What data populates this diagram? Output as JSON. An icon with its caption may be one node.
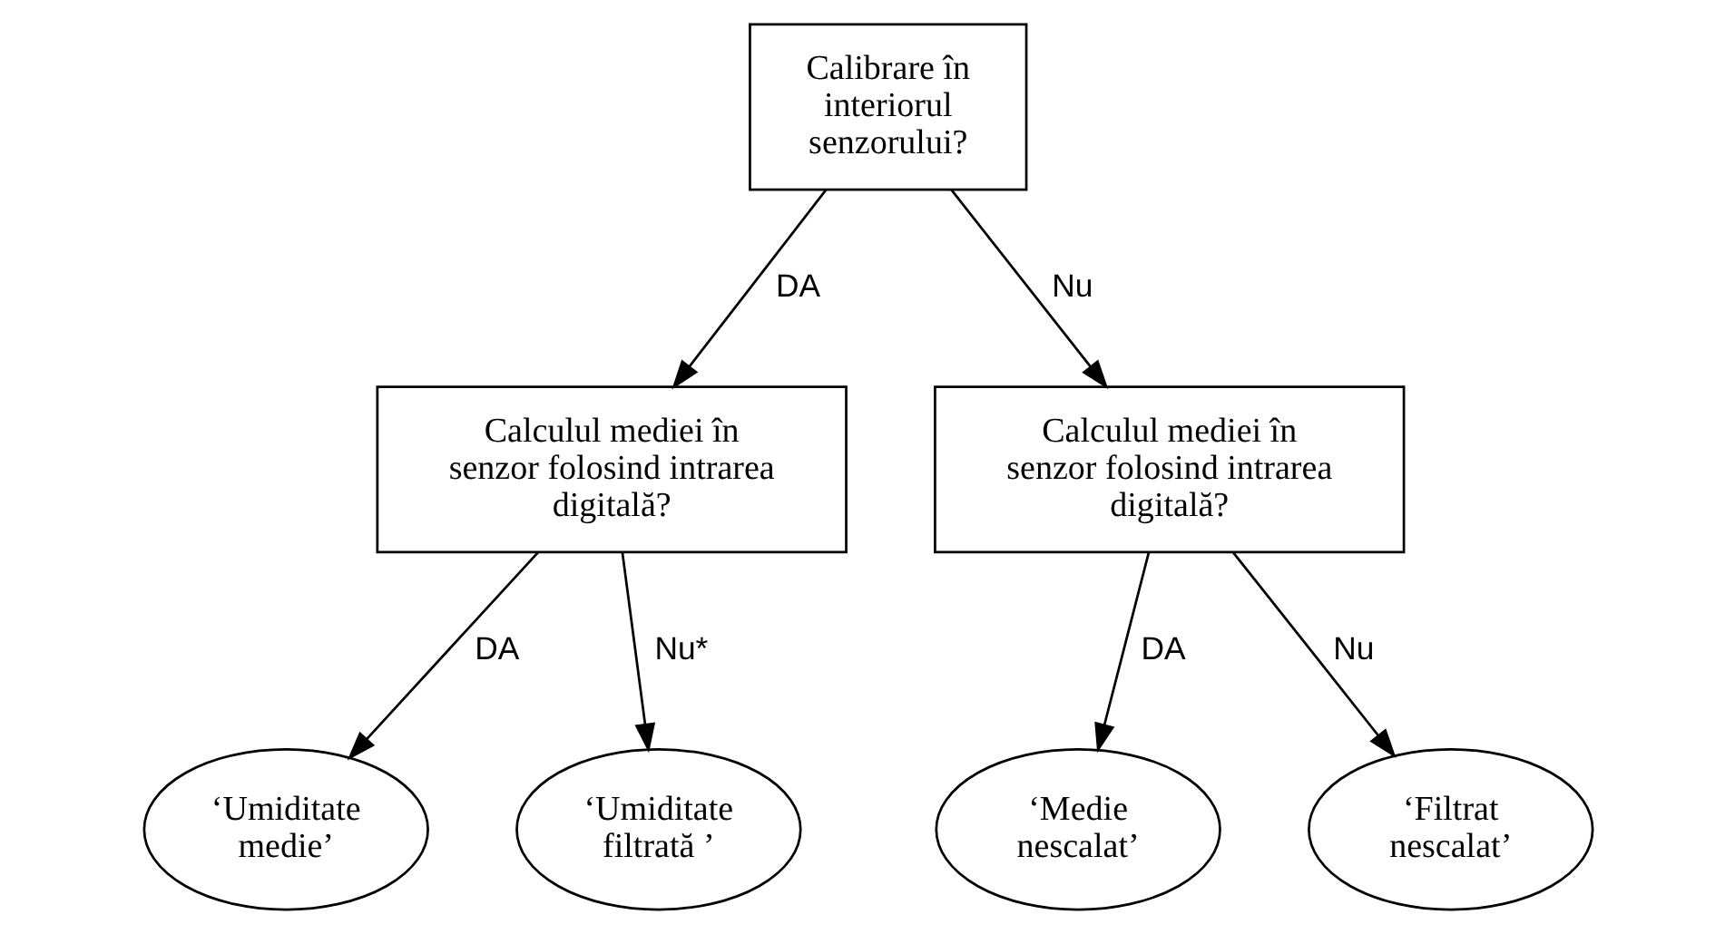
{
  "diagram": {
    "nodes": [
      {
        "text": [
          "Calibrare în interiorul senzorului?"
        ]
      },
      {
        "text": [
          "Calculul mediei în senzor folosind intrarea digitală?"
        ]
      },
      {
        "text": [
          "Calculul mediei în senzor folosind intrarea digitală?"
        ]
      },
      {
        "text": [
          "‘Umiditate medie’"
        ]
      },
      {
        "text": [
          "‘Umiditate filtrată ’"
        ]
      },
      {
        "text": [
          "‘Medie nescalat’"
        ]
      },
      {
        "text": [
          "‘Filtrat nescalat’"
        ]
      }
    ],
    "edges": [
      {
        "from": 0,
        "to": 1,
        "arrow": "to",
        "label": "DA"
      },
      {
        "from": 0,
        "to": 2,
        "arrow": "to",
        "label": "Nu"
      },
      {
        "from": 1,
        "to": 3,
        "arrow": "to",
        "label": "DA"
      },
      {
        "from": 1,
        "to": 4,
        "arrow": "to",
        "label": "Nu*"
      },
      {
        "from": 2,
        "to": 5,
        "arrow": "to",
        "label": "DA"
      },
      {
        "from": 2,
        "to": 6,
        "arrow": "to",
        "label": "Nu"
      }
    ]
  }
}
